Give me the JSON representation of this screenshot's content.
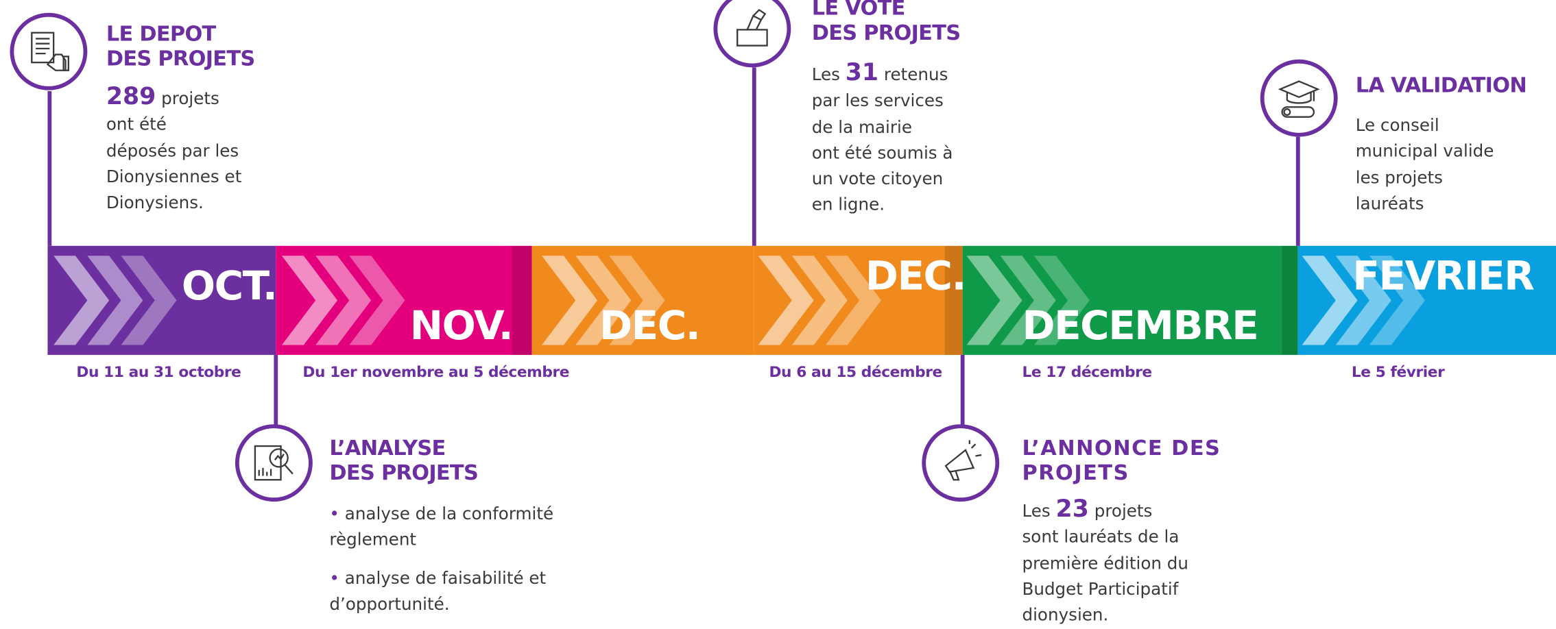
{
  "months": [
    {
      "label": "OCT.",
      "color": "#6b2fa0"
    },
    {
      "label": "NOV.",
      "color": "#e4007d"
    },
    {
      "label": "DEC.",
      "color": "#f18a1d"
    },
    {
      "label": "DEC.",
      "color": "#f18a1d"
    },
    {
      "label": "DECEMBRE",
      "color": "#0e9a48"
    },
    {
      "label": "FEVRIER",
      "color": "#0aa0e0"
    }
  ],
  "dates": [
    "Du 11 au 31 octobre",
    "Du 1er novembre au 5 décembre",
    "Du 6 au 15  décembre",
    "Le 17  décembre",
    "Le 5  février"
  ],
  "steps": {
    "depot": {
      "icon": "document-hand-icon",
      "title": "LE DEPOT\nDES PROJETS",
      "number": "289",
      "lines": [
        "projets",
        "ont été",
        "déposés par les",
        "Dionysiennes et",
        "Dionysiens."
      ]
    },
    "analyse": {
      "icon": "magnifier-report-icon",
      "title": "L’ANALYSE\nDES PROJETS",
      "bullets": [
        [
          "analyse de la conformité",
          "règlement"
        ],
        [
          "analyse de faisabilité et",
          "d’opportunité."
        ]
      ]
    },
    "vote": {
      "icon": "ballot-box-icon",
      "title": "LE VOTE\nDES PROJETS",
      "prefix": "Les",
      "number": "31",
      "suffix": " retenus",
      "lines": [
        "par les services",
        "de la mairie",
        "ont été soumis à",
        "un vote citoyen",
        "en ligne."
      ]
    },
    "annonce": {
      "icon": "megaphone-icon",
      "title": "L’ANNONCE  DES\nPROJETS",
      "prefix": "Les",
      "number": "23",
      "suffix": " projets",
      "lines": [
        "sont lauréats de la",
        "première édition du",
        "Budget Participatif",
        "dionysien."
      ]
    },
    "validation": {
      "icon": "graduation-cap-diploma-icon",
      "title": "LA VALIDATION",
      "lines": [
        "Le conseil",
        "municipal valide",
        "les projets",
        "lauréats"
      ]
    }
  }
}
